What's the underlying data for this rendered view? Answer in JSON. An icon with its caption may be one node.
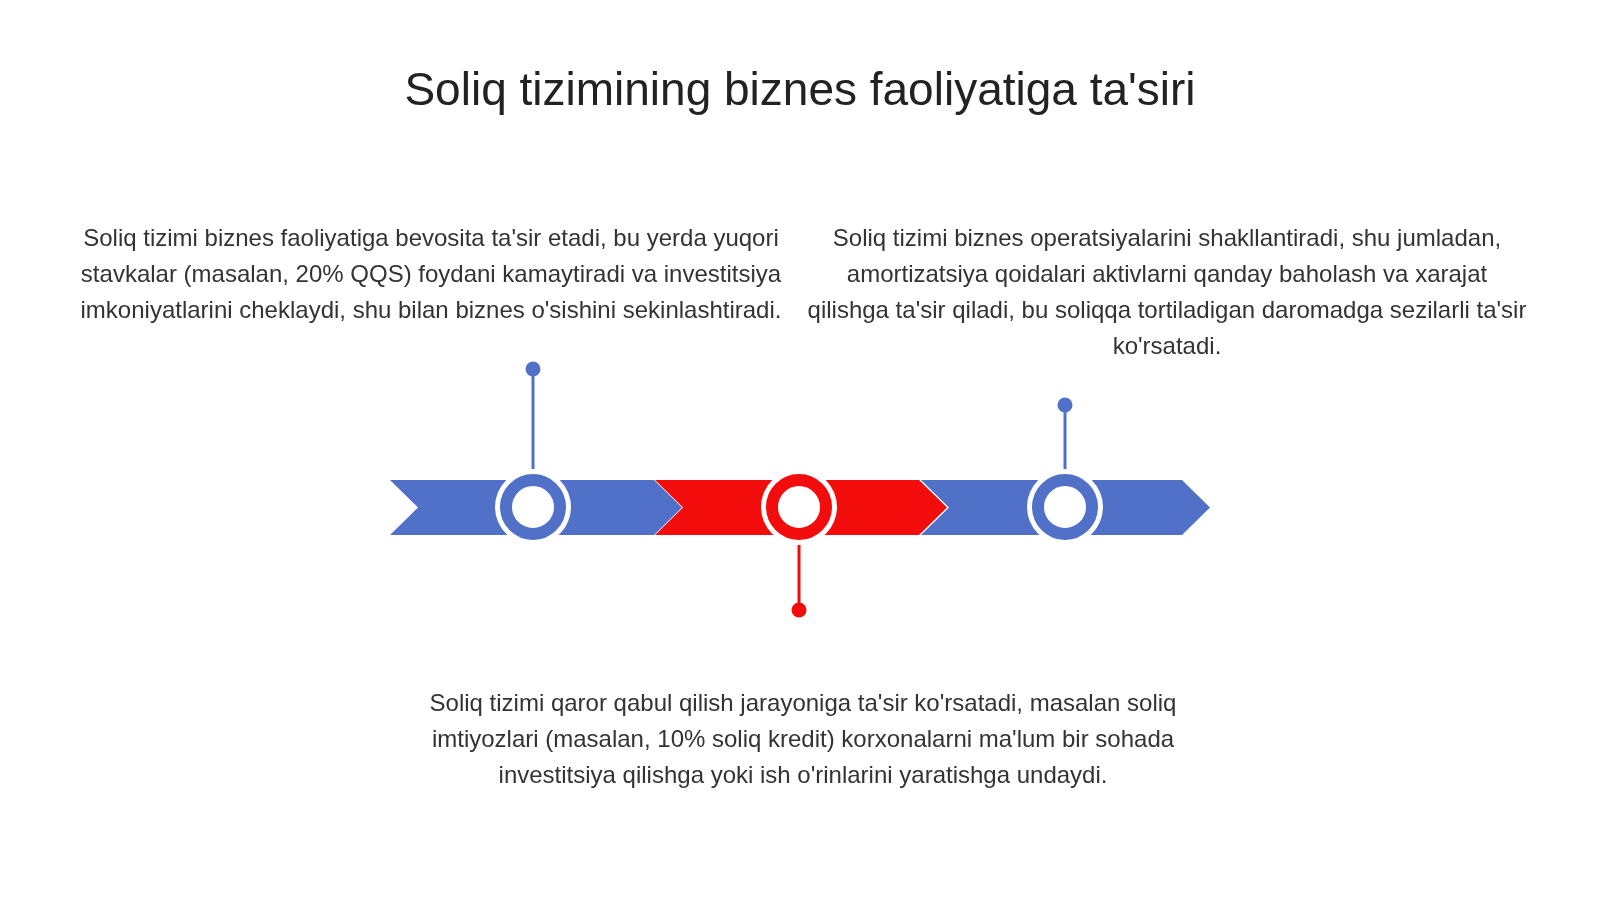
{
  "diagram": {
    "title": "Soliq tizimining biznes faoliyatiga ta'siri",
    "nodes": [
      {
        "text": [
          "Soliq tizimi biznes faoliyatiga bevosita ta'sir etadi, bu yerda yuqori stavkalar (masalan, 20% QQS) foydani kamaytiradi va investitsiya imkoniyatlarini cheklaydi, shu bilan biznes o'sishini sekinlashtiradi."
        ]
      },
      {
        "text": [
          "Soliq tizimi biznes operatsiyalarini shakllantiradi, shu jumladan, amortizatsiya qoidalari aktivlarni qanday baholash va xarajat qilishga ta'sir qiladi, bu soliqqa tortiladigan daromadga sezilarli ta'sir ko'rsatadi."
        ]
      },
      {
        "text": [
          "Soliq tizimi qaror qabul qilish jarayoniga ta'sir ko'rsatadi, masalan soliq imtiyozlari (masalan, 10% soliq kredit) korxonalarni ma'lum bir sohada investitsiya qilishga yoki ish o'rinlarini yaratishga undaydi."
        ]
      },
      {
        "text": [],
        "shape": "circle"
      },
      {
        "text": [],
        "shape": "circle"
      },
      {
        "text": [],
        "shape": "circle"
      }
    ],
    "edges": [
      {
        "from": 0,
        "to": 3,
        "arrow": "other"
      },
      {
        "from": 1,
        "to": 5,
        "arrow": "other"
      },
      {
        "from": 2,
        "to": 4,
        "arrow": "other",
        "color": "#f20c0c"
      }
    ]
  }
}
